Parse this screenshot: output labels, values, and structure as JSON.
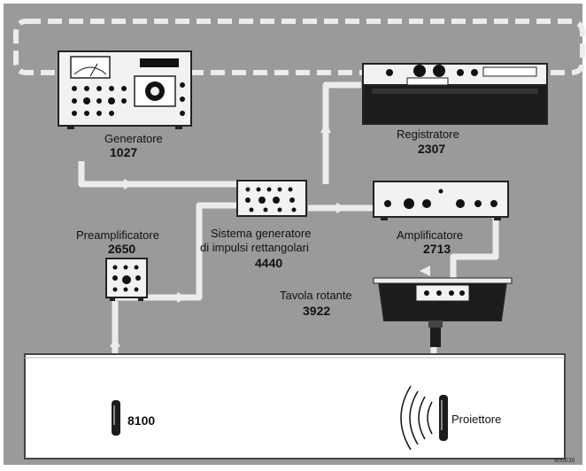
{
  "devices": {
    "generatore": {
      "name": "Generatore",
      "code": "1027"
    },
    "registratore": {
      "name": "Registratore",
      "code": "2307"
    },
    "preamplificatore": {
      "name": "Preamplificatore",
      "code": "2650"
    },
    "sistema": {
      "name_line1": "Sistema generatore",
      "name_line2": "di impulsi rettangolari",
      "code": "4440"
    },
    "amplificatore": {
      "name": "Amplificatore",
      "code": "2713"
    },
    "tavola": {
      "name": "Tavola rotante",
      "code": "3922"
    },
    "microfono": {
      "code": "8100"
    },
    "proiettore": {
      "name": "Proiettore"
    }
  },
  "figure_code": "800836",
  "colors": {
    "background": "#9a9a9a",
    "flow": "#ececec",
    "tank": "#ffffff",
    "device_dark": "#1c1c1c",
    "device_light": "#f2f2f2"
  }
}
